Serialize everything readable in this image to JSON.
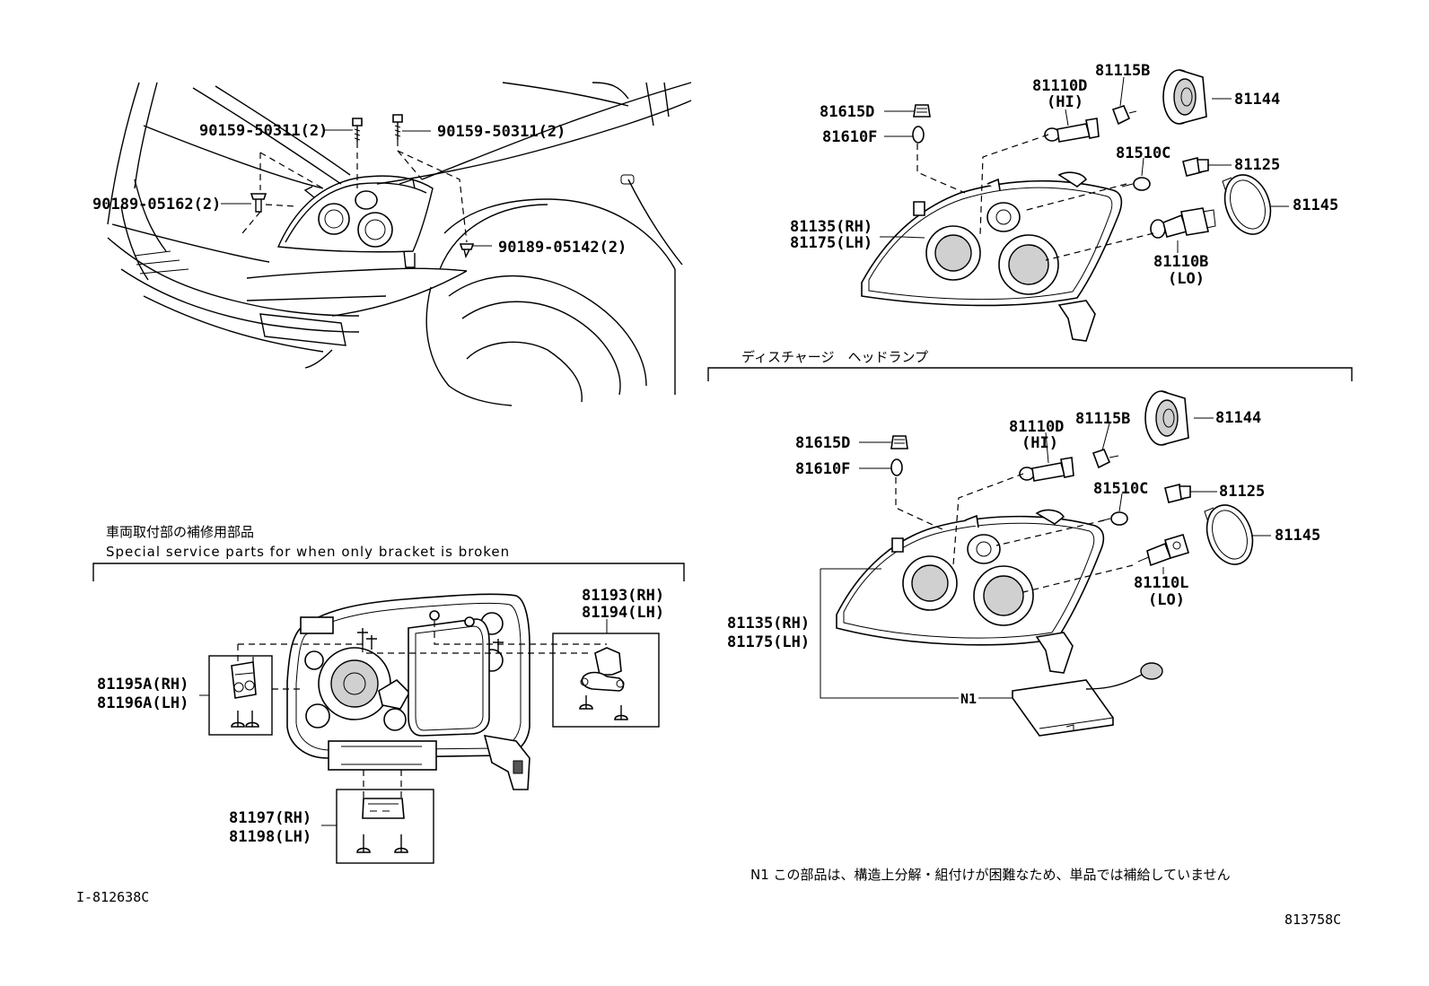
{
  "top_left": {
    "callouts": {
      "screw_a": "90159-50311(2)",
      "screw_b": "90159-50311(2)",
      "clip_a": "90189-05162(2)",
      "clip_b": "90189-05142(2)"
    }
  },
  "top_right": {
    "callouts": {
      "p81615": "81615D",
      "p81610": "81610F",
      "p81110_hi": "81110D",
      "hi": "(HI)",
      "p81115": "81115B",
      "p81144": "81144",
      "p81510": "81510C",
      "p81125": "81125",
      "p81145": "81145",
      "rh": "81135(RH)",
      "lh": "81175(LH)",
      "p81110_lo": "81110B",
      "lo": "(LO)"
    }
  },
  "discharge": {
    "title": "ディスチャージ　ヘッドランプ",
    "callouts": {
      "p81615": "81615D",
      "p81610": "81610F",
      "p81110_hi": "81110D",
      "hi": "(HI)",
      "p81115": "81115B",
      "p81144": "81144",
      "p81510": "81510C",
      "p81125": "81125",
      "p81145": "81145",
      "p81110_lo": "81110L",
      "lo": "(LO)",
      "rh": "81135(RH)",
      "lh": "81175(LH)",
      "n1": "N1"
    }
  },
  "bracket_section": {
    "title_jp": "車両取付部の補修用部品",
    "title_en": "Special service parts for when only bracket is broken",
    "callouts": {
      "a_rh": "81193(RH)",
      "a_lh": "81194(LH)",
      "b_rh": "81195A(RH)",
      "b_lh": "81196A(LH)",
      "c_rh": "81197(RH)",
      "c_lh": "81198(LH)"
    }
  },
  "footnote": "N1 この部品は、構造上分解・組付けが困難なため、単品では補給していません",
  "ref_left": "I-812638C",
  "ref_right": "813758C"
}
